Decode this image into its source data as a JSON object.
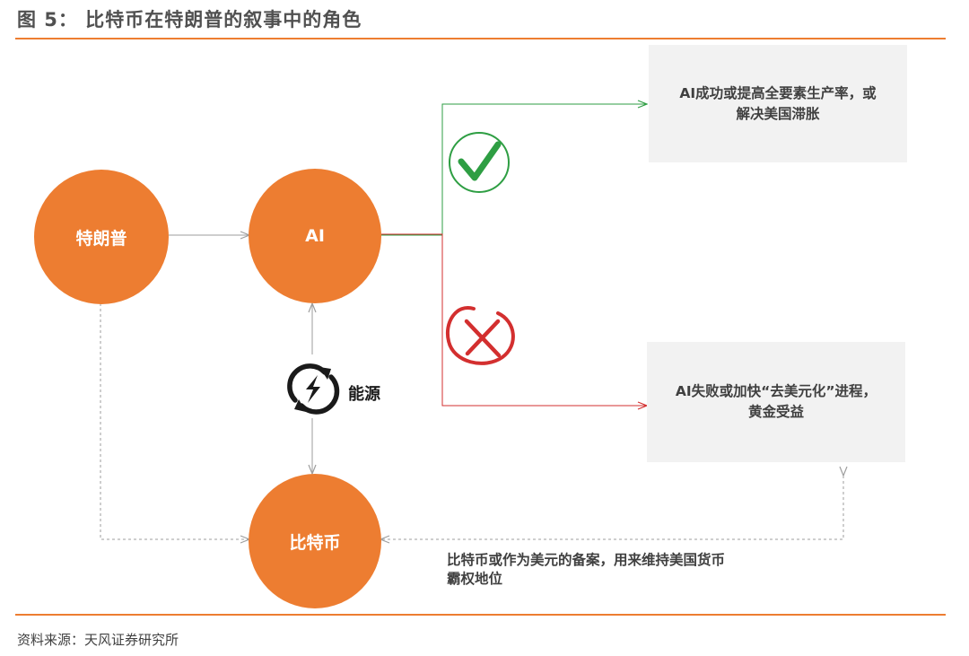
{
  "figure": {
    "title": "图 5： 比特币在特朗普的叙事中的角色",
    "source": "资料来源：天风证券研究所"
  },
  "colors": {
    "accent": "#ED7D31",
    "success": "#2E9E43",
    "failure": "#D32F2F",
    "arrow_gray": "#9E9E9E",
    "box_bg": "#F2F2F2"
  },
  "nodes": {
    "trump": "特朗普",
    "ai": "AI",
    "bitcoin": "比特币"
  },
  "energy": {
    "label": "能源",
    "icon": "lightning-cycle-icon"
  },
  "outcomes": {
    "success": {
      "icon": "check-icon",
      "line1": "AI成功或提高全要素生产率，或",
      "line2": "解决美国滞胀"
    },
    "failure": {
      "icon": "cross-icon",
      "line1": "AI失败或加快“去美元化”进程，",
      "line2": "黄金受益"
    }
  },
  "bitcoin_note": {
    "line1": "比特币或作为美元的备案，用来维持美国货币",
    "line2": "霸权地位"
  }
}
